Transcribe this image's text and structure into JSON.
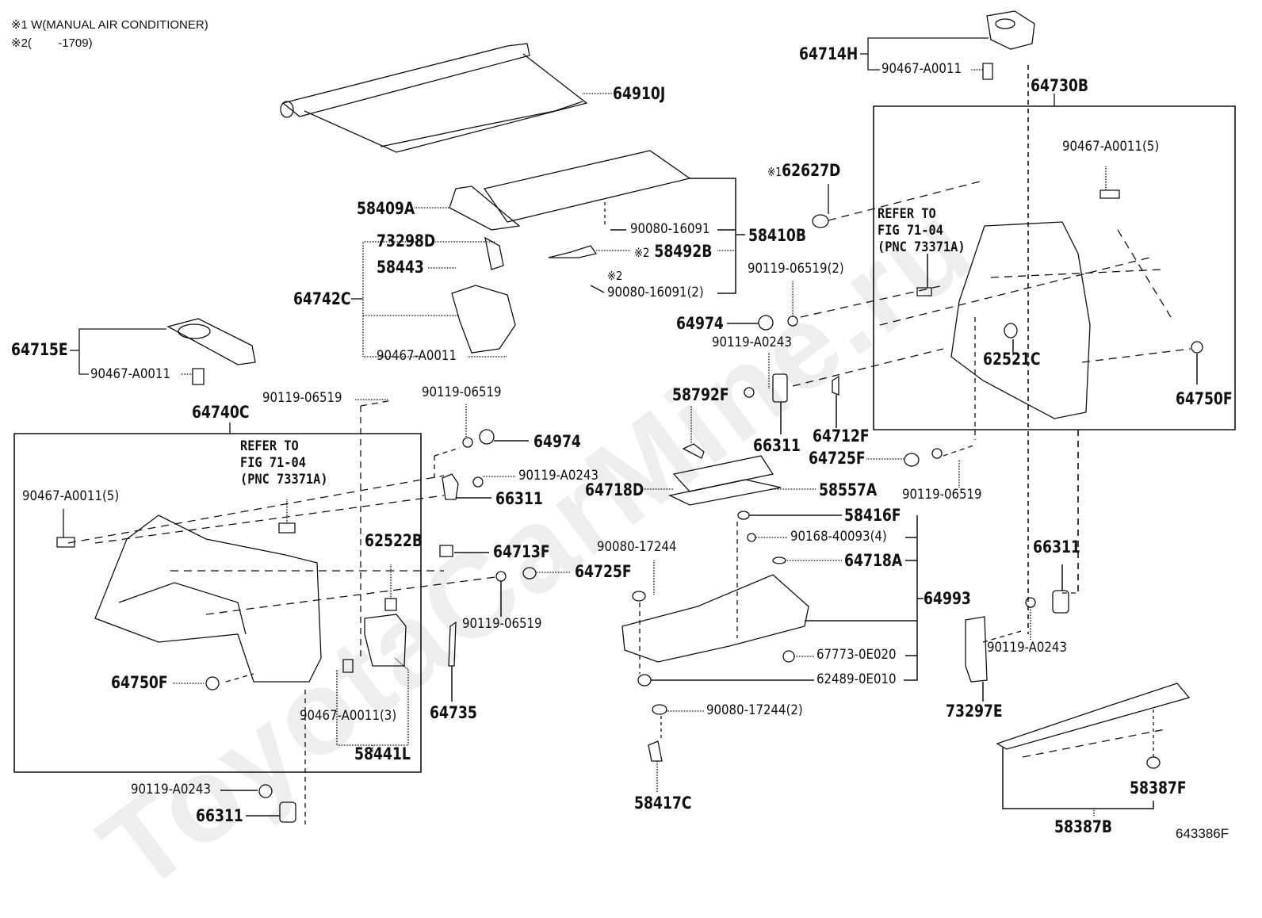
{
  "watermark": "ToyotaCarMine.ru",
  "notes": [
    {
      "mark": "※1",
      "text": "W(MANUAL AIR CONDITIONER)"
    },
    {
      "mark": "※2",
      "text": "(        -1709)"
    }
  ],
  "figure_id": "643386F",
  "reference_boxes": [
    {
      "id": "64740C",
      "refer": "REFER TO\nFIG 71-04\n(PNC 73371A)"
    },
    {
      "id": "64730B",
      "refer": "REFER TO\nFIG 71-04\n(PNC 73371A)"
    }
  ],
  "parts": [
    {
      "id": "p-64910J",
      "number": "64910J",
      "desc": "tonneau-cover"
    },
    {
      "id": "p-64714H",
      "number": "64714H",
      "desc": "cup-holder-right"
    },
    {
      "id": "p-64714H-clip",
      "number": "90467-A0011",
      "desc": "clip"
    },
    {
      "id": "p-64730B",
      "number": "64730B",
      "desc": "quarter-trim-right"
    },
    {
      "id": "p-r-clip5",
      "number": "90467-A0011(5)",
      "desc": "clip"
    },
    {
      "id": "p-62627D",
      "number": "62627D",
      "mark": "※1",
      "desc": "cover"
    },
    {
      "id": "p-58409A",
      "number": "58409A",
      "desc": "panel"
    },
    {
      "id": "p-58410B",
      "number": "58410B",
      "desc": "deck-board"
    },
    {
      "id": "p-90080-16091",
      "number": "90080-16091",
      "desc": "screw"
    },
    {
      "id": "p-58492B",
      "number": "58492B",
      "mark": "※2",
      "desc": "hook"
    },
    {
      "id": "p-90080-16091-2",
      "number": "90080-16091(2)",
      "mark": "※2",
      "desc": "screw"
    },
    {
      "id": "p-73298D",
      "number": "73298D",
      "desc": "bracket"
    },
    {
      "id": "p-58443",
      "number": "58443",
      "desc": "clip"
    },
    {
      "id": "p-64742C",
      "number": "64742C",
      "desc": "box"
    },
    {
      "id": "p-64742C-clip",
      "number": "90467-A0011",
      "desc": "clip"
    },
    {
      "id": "p-90119-06519-2",
      "number": "90119-06519(2)",
      "desc": "bolt"
    },
    {
      "id": "p-64974-r",
      "number": "64974",
      "desc": "cap"
    },
    {
      "id": "p-90119-A0243-r",
      "number": "90119-A0243",
      "desc": "bolt"
    },
    {
      "id": "p-64715E",
      "number": "64715E",
      "desc": "cup-holder-left"
    },
    {
      "id": "p-64715E-clip",
      "number": "90467-A0011",
      "desc": "clip"
    },
    {
      "id": "p-90119-06519-a",
      "number": "90119-06519",
      "desc": "bolt"
    },
    {
      "id": "p-90119-06519-b",
      "number": "90119-06519",
      "desc": "bolt"
    },
    {
      "id": "p-64974-l",
      "number": "64974",
      "desc": "cap"
    },
    {
      "id": "p-90119-A0243-l",
      "number": "90119-A0243",
      "desc": "bolt"
    },
    {
      "id": "p-66311-l",
      "number": "66311",
      "desc": "hook"
    },
    {
      "id": "p-64740C",
      "number": "64740C",
      "desc": "quarter-trim-left"
    },
    {
      "id": "p-l-clip5",
      "number": "90467-A0011(5)",
      "desc": "clip"
    },
    {
      "id": "p-58792F",
      "number": "58792F",
      "desc": "handle"
    },
    {
      "id": "p-66311-c",
      "number": "66311",
      "desc": "hook"
    },
    {
      "id": "p-64712F",
      "number": "64712F",
      "desc": "cover"
    },
    {
      "id": "p-64725F-r",
      "number": "64725F",
      "desc": "cap"
    },
    {
      "id": "p-90119-06519-r",
      "number": "90119-06519",
      "desc": "bolt"
    },
    {
      "id": "p-62521C",
      "number": "62521C",
      "desc": "cover"
    },
    {
      "id": "p-64750F-r",
      "number": "64750F",
      "desc": "cap"
    },
    {
      "id": "p-64718D",
      "number": "64718D",
      "desc": "board"
    },
    {
      "id": "p-58557A",
      "number": "58557A",
      "desc": "mat"
    },
    {
      "id": "p-58416F",
      "number": "58416F",
      "desc": "cap"
    },
    {
      "id": "p-90168-40093",
      "number": "90168-40093(4)",
      "desc": "screw"
    },
    {
      "id": "p-64718A",
      "number": "64718A",
      "desc": "cap"
    },
    {
      "id": "p-64993",
      "number": "64993",
      "desc": "deck-box"
    },
    {
      "id": "p-67773-0E020",
      "number": "67773-0E020",
      "desc": "clip"
    },
    {
      "id": "p-62489-0E010",
      "number": "62489-0E010",
      "desc": "clip"
    },
    {
      "id": "p-90080-17244",
      "number": "90080-17244",
      "desc": "nut"
    },
    {
      "id": "p-90080-17244-2",
      "number": "90080-17244(2)",
      "desc": "nut"
    },
    {
      "id": "p-58417C",
      "number": "58417C",
      "desc": "bracket"
    },
    {
      "id": "p-62522B",
      "number": "62522B",
      "desc": "cover"
    },
    {
      "id": "p-64713F",
      "number": "64713F",
      "desc": "hook"
    },
    {
      "id": "p-64725F-c",
      "number": "64725F",
      "desc": "cap"
    },
    {
      "id": "p-90119-06519-c",
      "number": "90119-06519",
      "desc": "bolt"
    },
    {
      "id": "p-64735",
      "number": "64735",
      "desc": "seal"
    },
    {
      "id": "p-64750F-l",
      "number": "64750F",
      "desc": "cap"
    },
    {
      "id": "p-l-clip3",
      "number": "90467-A0011(3)",
      "desc": "clip"
    },
    {
      "id": "p-58441L",
      "number": "58441L",
      "desc": "duct"
    },
    {
      "id": "p-90119-A0243-b",
      "number": "90119-A0243",
      "desc": "bolt"
    },
    {
      "id": "p-66311-b",
      "number": "66311",
      "desc": "hook"
    },
    {
      "id": "p-66311-rr",
      "number": "66311",
      "desc": "hook"
    },
    {
      "id": "p-90119-A0243-rr",
      "number": "90119-A0243",
      "desc": "bolt"
    },
    {
      "id": "p-73297E",
      "number": "73297E",
      "desc": "cover"
    },
    {
      "id": "p-58387F",
      "number": "58387F",
      "desc": "clip"
    },
    {
      "id": "p-58387B",
      "number": "58387B",
      "desc": "scuff-plate"
    }
  ]
}
